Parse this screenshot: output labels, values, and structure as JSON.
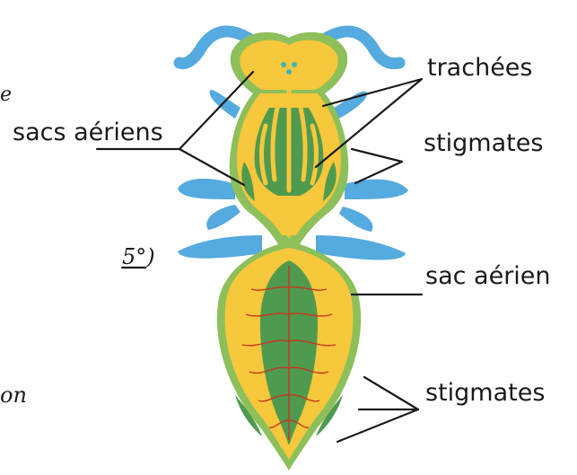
{
  "labels": {
    "trachees": "trachées",
    "sacs_aeriens": "sacs aériens",
    "stigmates_top": "stigmates",
    "sac_aerien": "sac aérien",
    "stigmates_bottom": "stigmates"
  },
  "fragments": {
    "top_left": "e",
    "mid": "5°)",
    "bottom_left": "on"
  },
  "colors": {
    "legs": "#55aadf",
    "body": "#f7c73c",
    "organs": "#4f9a4f",
    "outline": "#8dbf5a",
    "tracheae_red": "#c7361f"
  }
}
